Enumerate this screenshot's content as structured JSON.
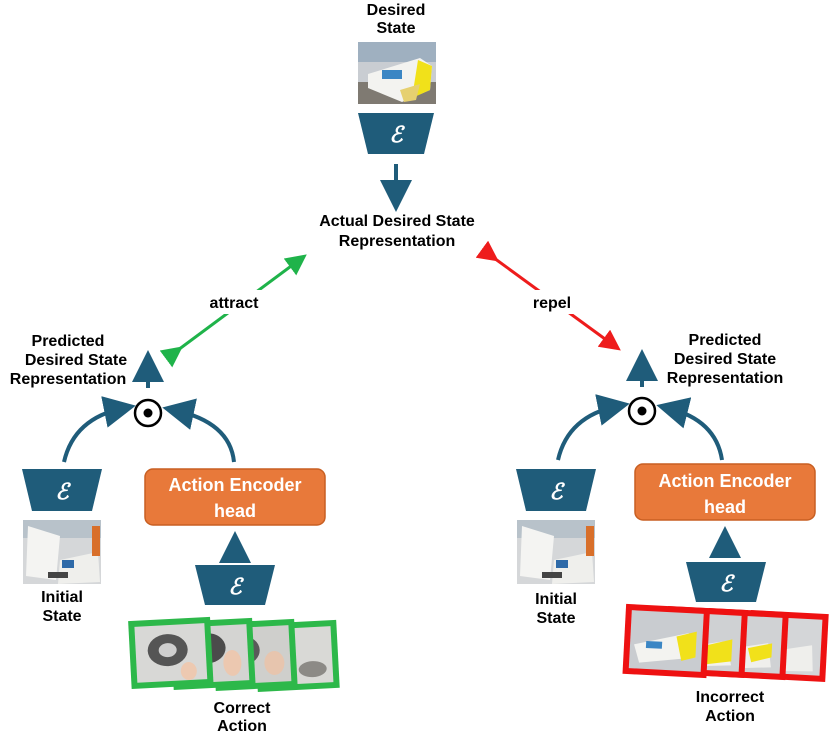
{
  "top": {
    "desired_state_line1": "Desired",
    "desired_state_line2": "State",
    "actual_line1": "Actual Desired State",
    "actual_line2": "Representation"
  },
  "encoder_symbol": "ℰ",
  "attract_label": "attract",
  "repel_label": "repel",
  "left": {
    "predicted_line1": "Predicted",
    "predicted_line2": "Desired State",
    "predicted_line3": "Representation",
    "action_encoder_line1": "Action Encoder",
    "action_encoder_line2": "head",
    "initial_line1": "Initial",
    "initial_line2": "State",
    "action_line1": "Correct",
    "action_line2": "Action"
  },
  "right": {
    "predicted_line1": "Predicted",
    "predicted_line2": "Desired State",
    "predicted_line3": "Representation",
    "action_encoder_line1": "Action Encoder",
    "action_encoder_line2": "head",
    "initial_line1": "Initial",
    "initial_line2": "State",
    "action_line1": "Incorrect",
    "action_line2": "Action"
  },
  "colors": {
    "encoder": "#1f5c7a",
    "arrow": "#1f5c7a",
    "action_head": "#e8793a",
    "attract": "#1fb34a",
    "repel": "#ee1c1c",
    "correct_frame": "#2db84a",
    "incorrect_frame": "#ee1111"
  }
}
